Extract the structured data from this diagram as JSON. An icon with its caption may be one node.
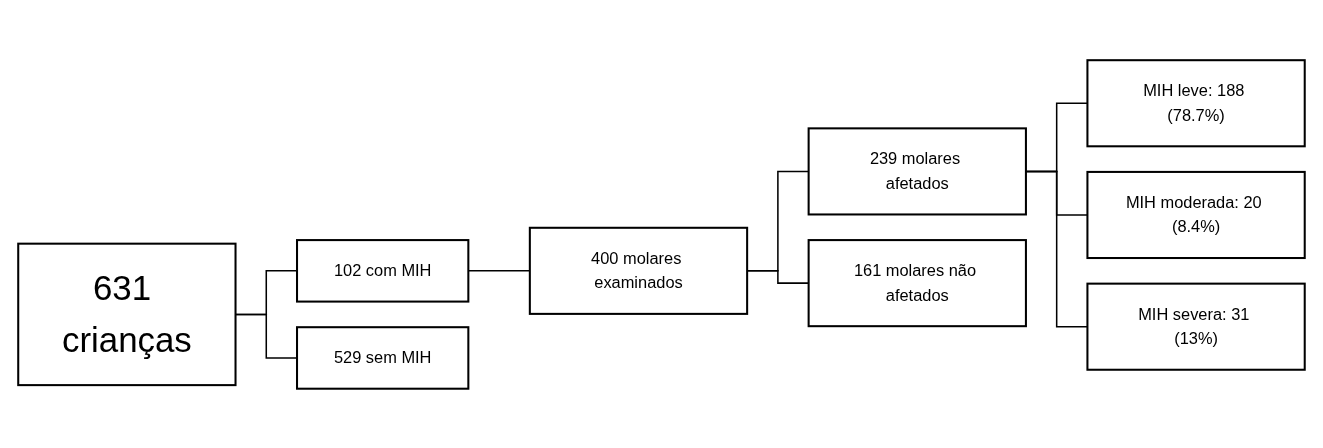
{
  "diagram": {
    "nodes": [
      {
        "text": [
          "631 crianças"
        ]
      },
      {
        "text": [
          "102 com MIH"
        ]
      },
      {
        "text": [
          "529 sem MIH"
        ]
      },
      {
        "text": [
          "400 molares examinados"
        ]
      },
      {
        "text": [
          "239 molares afetados"
        ]
      },
      {
        "text": [
          "161 molares não afetados"
        ]
      },
      {
        "text": [
          "MIH leve: 188 (78.7%)"
        ]
      },
      {
        "text": [
          "MIH moderada: 20 (8.4%)"
        ]
      },
      {
        "text": [
          "MIH severa: 31 (13%)"
        ]
      }
    ],
    "edges": [
      {
        "from": 0,
        "to": 1,
        "arrow": "none"
      },
      {
        "from": 0,
        "to": 2,
        "arrow": "none"
      },
      {
        "from": 1,
        "to": 3,
        "arrow": "none"
      },
      {
        "from": 3,
        "to": 4,
        "arrow": "none"
      },
      {
        "from": 3,
        "to": 5,
        "arrow": "none"
      },
      {
        "from": 4,
        "to": 6,
        "arrow": "none"
      },
      {
        "from": 4,
        "to": 7,
        "arrow": "none"
      },
      {
        "from": 4,
        "to": 8,
        "arrow": "none"
      }
    ]
  }
}
